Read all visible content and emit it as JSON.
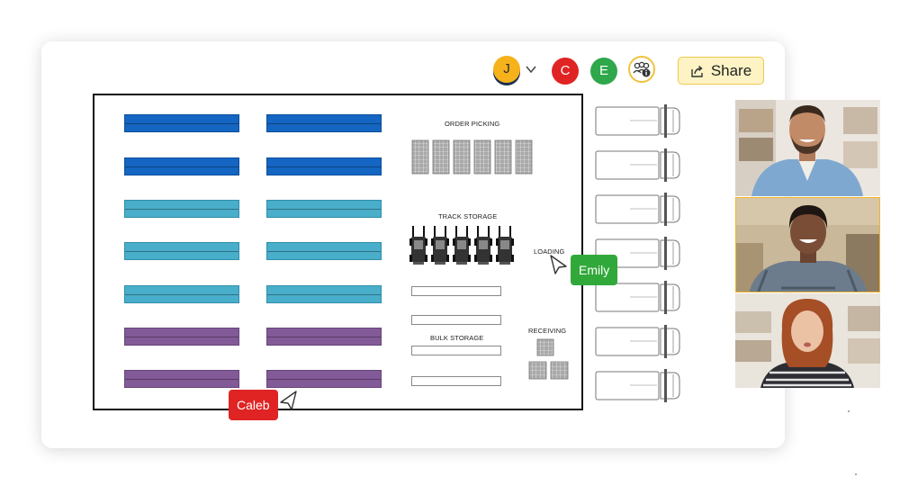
{
  "toolbar": {
    "participants": [
      {
        "initial": "J",
        "color": "#f6b21b"
      },
      {
        "initial": "C",
        "color": "#e02424"
      },
      {
        "initial": "E",
        "color": "#2ea84a"
      }
    ],
    "share_label": "Share",
    "icons": [
      "chevron-down-icon",
      "collaborators-info-icon",
      "share-icon"
    ]
  },
  "diagram": {
    "labels": {
      "order_picking": "ORDER PICKING",
      "track_storage": "TRACK STORAGE",
      "loading": "LOADING",
      "bulk_storage": "BULK STORAGE",
      "receiving": "RECEIVING"
    },
    "rack_colors": {
      "dark_blue": "#1466c2",
      "light_blue": "#49aeca",
      "purple": "#835a98"
    }
  },
  "cursors": {
    "emily": {
      "name": "Emily",
      "color": "#31a83a"
    },
    "caleb": {
      "name": "Caleb",
      "color": "#e02424"
    }
  },
  "video_call": {
    "participants": [
      "man with beard in denim shirt",
      "smiling man in plaid shirt",
      "woman with red hair in striped shirt"
    ]
  }
}
